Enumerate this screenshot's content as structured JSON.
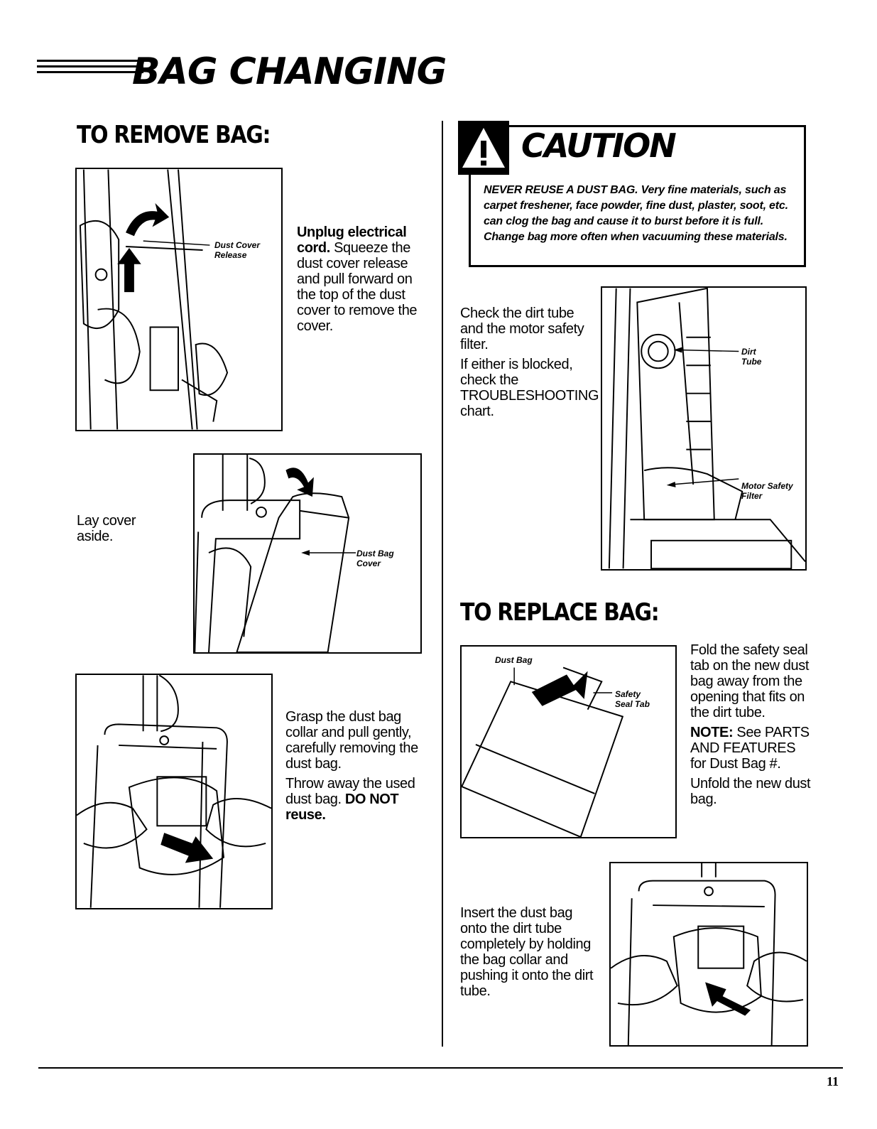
{
  "page": {
    "title": "BAG CHANGING",
    "page_number": "11"
  },
  "remove": {
    "heading": "TO REMOVE BAG:",
    "step1": {
      "bold": "Unplug electrical cord.",
      "text": " Squeeze the dust cover release and pull forward on the top of the dust cover to remove the cover.",
      "callout": [
        "Dust Cover",
        "Release"
      ]
    },
    "step2": {
      "text": "Lay cover aside.",
      "callout": [
        "Dust Bag",
        "Cover"
      ]
    },
    "step3": {
      "text": "Grasp the dust bag collar and pull gently, carefully removing the dust bag.",
      "text2": "Throw away the used dust bag. ",
      "bold2": "DO NOT reuse."
    }
  },
  "caution": {
    "title": "CAUTION",
    "icon": "warning-triangle-icon",
    "body": "NEVER REUSE A DUST BAG. Very fine materials, such as carpet freshener, face powder, fine dust, plaster, soot, etc. can clog the bag and cause it to burst before it is full. Change bag more often when vacuuming these materials."
  },
  "check": {
    "text1": "Check the dirt tube and the motor safety filter.",
    "text2": "If either is blocked, check the TROUBLESHOOTING chart.",
    "callout_dirt": [
      "Dirt",
      "Tube"
    ],
    "callout_motor": [
      "Motor Safety",
      "Filter"
    ]
  },
  "replace": {
    "heading": "TO REPLACE BAG:",
    "step1": {
      "text": "Fold the safety seal tab on the new dust bag away from the opening that fits on the dirt tube.",
      "note_bold": "NOTE:",
      "note_text": " See PARTS AND FEATURES for Dust Bag #.",
      "text2": "Unfold the new dust bag.",
      "callout_bag": "Dust Bag",
      "callout_tab": [
        "Safety",
        "Seal Tab"
      ]
    },
    "step2": {
      "text": "Insert the dust bag onto the dirt tube completely by holding the bag collar and pushing it onto the dirt tube."
    }
  }
}
